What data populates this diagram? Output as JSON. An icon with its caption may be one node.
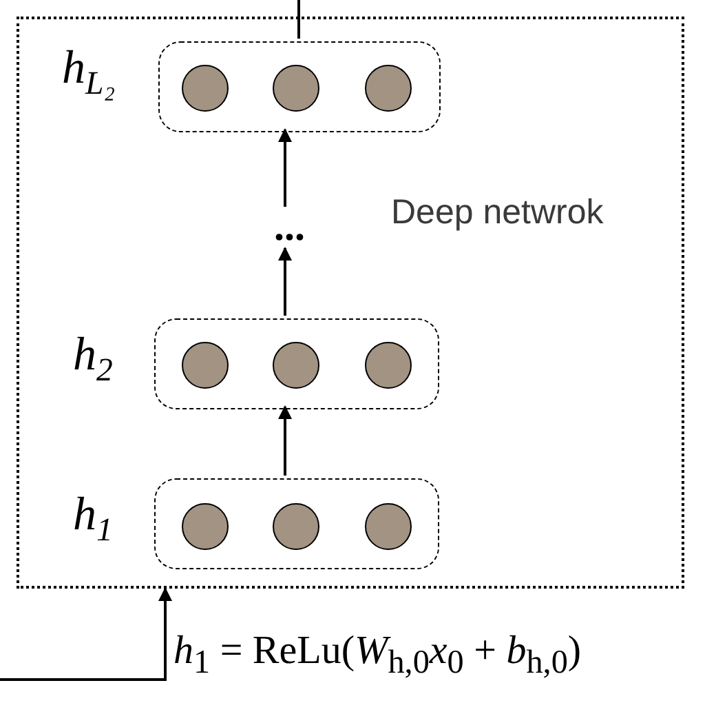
{
  "diagram": {
    "nodes": [
      {
        "text": [
          "Deep netwrok"
        ]
      },
      {
        "text": [
          "h$_{L₂}$"
        ],
        "in": 0
      },
      {
        "text": [],
        "shape": "circle",
        "in": 1
      },
      {
        "text": [],
        "shape": "circle",
        "in": 1
      },
      {
        "text": [],
        "shape": "circle",
        "in": 1
      },
      {
        "text": [
          "..."
        ],
        "in": 0
      },
      {
        "text": [
          "h$_{2}$"
        ],
        "in": 0
      },
      {
        "text": [],
        "shape": "circle",
        "in": 6
      },
      {
        "text": [],
        "shape": "circle",
        "in": 6
      },
      {
        "text": [],
        "shape": "circle",
        "in": 6
      },
      {
        "text": [
          "h$_{1}$"
        ],
        "in": 0
      },
      {
        "text": [],
        "shape": "circle",
        "in": 10
      },
      {
        "text": [],
        "shape": "circle",
        "in": 10
      },
      {
        "text": [],
        "shape": "circle",
        "in": 10
      }
    ],
    "edges": [
      {
        "from": 10,
        "to": 6,
        "arrow": "to"
      },
      {
        "from": 6,
        "to": 5,
        "arrow": "to"
      },
      {
        "from": 5,
        "to": 1,
        "arrow": "to"
      },
      {
        "from": 1,
        "to": null,
        "arrow": "none"
      },
      {
        "from": null,
        "to": 0,
        "arrow": "to",
        "label": "*h*$_{1}$ = ReLu(*W*$_{h,0}$*x*$_{0}$ + *b*$_{h,0}$)"
      }
    ]
  }
}
